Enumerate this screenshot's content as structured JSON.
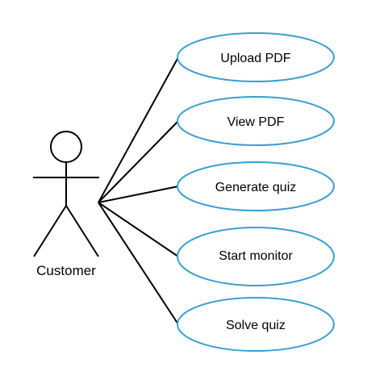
{
  "colors": {
    "ellipse_stroke": "#3a9fd0",
    "ellipse_fill": "#ffffff",
    "line": "#000000"
  },
  "actor": {
    "label": "Customer"
  },
  "use_cases": [
    {
      "id": "upload-pdf",
      "label": "Upload PDF"
    },
    {
      "id": "view-pdf",
      "label": "View PDF"
    },
    {
      "id": "generate-quiz",
      "label": "Generate quiz"
    },
    {
      "id": "start-monitor",
      "label": "Start monitor"
    },
    {
      "id": "solve-quiz",
      "label": "Solve quiz"
    }
  ]
}
